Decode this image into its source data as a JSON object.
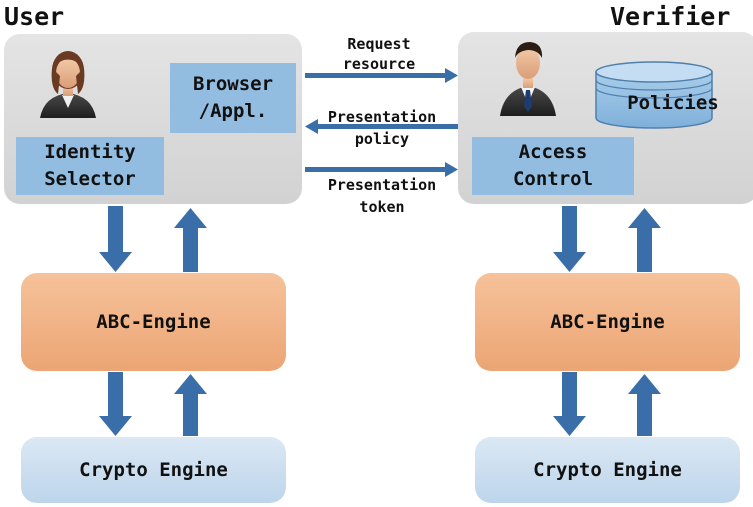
{
  "user": {
    "title": "User",
    "browser_label": "Browser\n/Appl.",
    "identity_selector_label": "Identity\nSelector",
    "abc_engine_label": "ABC-Engine",
    "crypto_engine_label": "Crypto Engine"
  },
  "verifier": {
    "title": "Verifier",
    "policies_label": "Policies",
    "access_control_label": "Access\nControl",
    "abc_engine_label": "ABC-Engine",
    "crypto_engine_label": "Crypto Engine"
  },
  "messages": {
    "request_resource": "Request\nresource",
    "presentation_policy": "Presentation\npolicy",
    "presentation_token": "Presentation\ntoken"
  },
  "colors": {
    "arrow": "#3a6ea8",
    "panel": "#d9d9d9",
    "label_box": "#93bde0",
    "abc_engine": "#f2b48a",
    "crypto_engine": "#cfe0f0"
  }
}
